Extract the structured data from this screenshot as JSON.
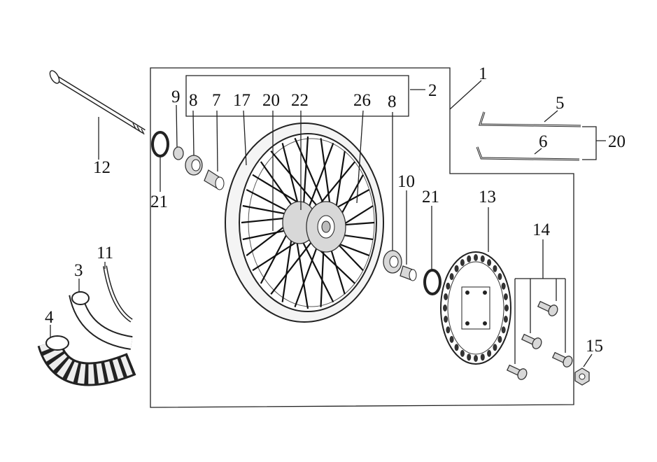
{
  "diagram": {
    "callouts": [
      {
        "id": "c1",
        "text": "1"
      },
      {
        "id": "c2",
        "text": "2"
      },
      {
        "id": "c5",
        "text": "5"
      },
      {
        "id": "c6",
        "text": "6"
      },
      {
        "id": "c20r",
        "text": "20"
      },
      {
        "id": "c9",
        "text": "9"
      },
      {
        "id": "c8a",
        "text": "8"
      },
      {
        "id": "c7",
        "text": "7"
      },
      {
        "id": "c17",
        "text": "17"
      },
      {
        "id": "c20",
        "text": "20"
      },
      {
        "id": "c22",
        "text": "22"
      },
      {
        "id": "c26",
        "text": "26"
      },
      {
        "id": "c8b",
        "text": "8"
      },
      {
        "id": "c12",
        "text": "12"
      },
      {
        "id": "c21a",
        "text": "21"
      },
      {
        "id": "c10",
        "text": "10"
      },
      {
        "id": "c21b",
        "text": "21"
      },
      {
        "id": "c13",
        "text": "13"
      },
      {
        "id": "c14",
        "text": "14"
      },
      {
        "id": "c11",
        "text": "11"
      },
      {
        "id": "c3",
        "text": "3"
      },
      {
        "id": "c4",
        "text": "4"
      },
      {
        "id": "c15",
        "text": "15"
      }
    ]
  }
}
